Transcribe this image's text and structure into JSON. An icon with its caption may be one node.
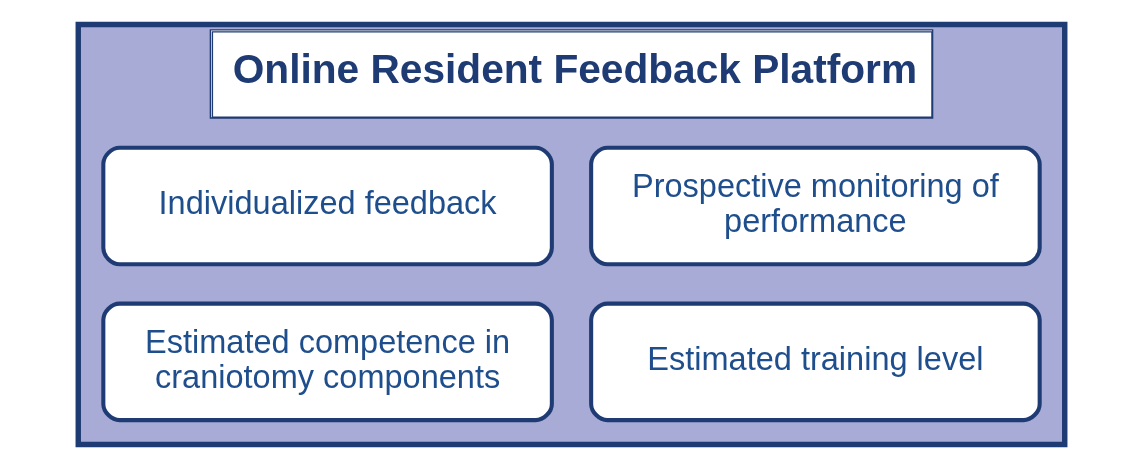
{
  "diagram": {
    "nodes": [
      {
        "text": [
          "Online Resident Feedback Platform"
        ]
      },
      {
        "text": [
          "Prospective monitoring of performance"
        ],
        "in": 0
      },
      {
        "text": [
          "Individualized feedback"
        ],
        "in": 0
      },
      {
        "text": [
          "Estimated training level"
        ],
        "in": 0
      },
      {
        "text": [
          "Estimated competence in craniotomy components"
        ],
        "in": 0
      }
    ],
    "edges": []
  }
}
